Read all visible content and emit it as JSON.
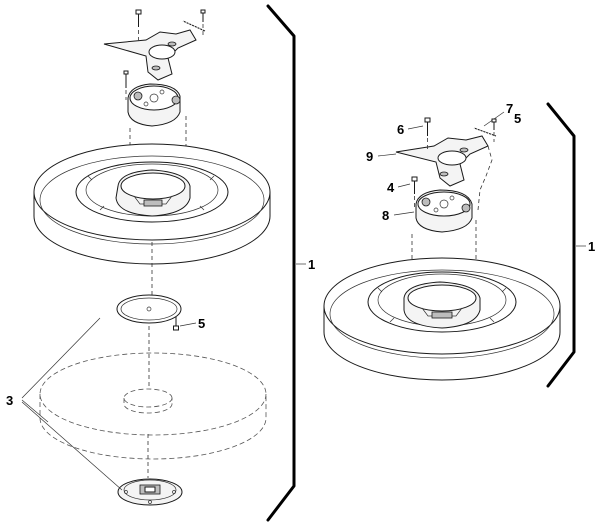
{
  "callouts": {
    "left_assembly_bracket": "1",
    "right_assembly_bracket": "1",
    "left_screw_bottom": "5",
    "left_pad_parts": "3",
    "right_retainer_bolt": "4",
    "right_screw_top": "5",
    "right_bolt": "6",
    "right_spring": "7",
    "right_hub": "8",
    "right_blade": "9"
  }
}
